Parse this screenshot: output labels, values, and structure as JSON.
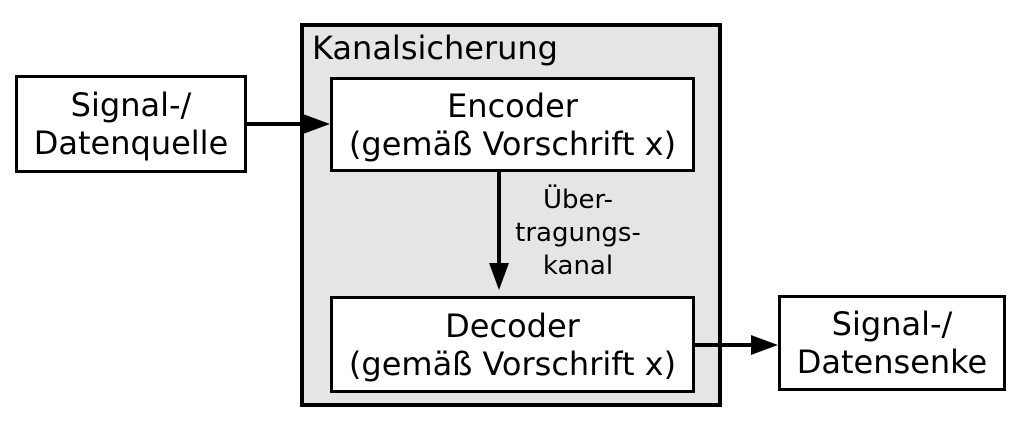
{
  "diagram": {
    "container_title": "Kanalsicherung",
    "source_label": "Signal-/\nDatenquelle",
    "encoder_label": "Encoder\n(gemäß Vorschrift x)",
    "channel_label": "Über-\ntragungs-\nkanal",
    "decoder_label": "Decoder\n(gemäß Vorschrift x)",
    "sink_label": "Signal-/\nDatensenke",
    "colors": {
      "container_fill": "#e5e5e5",
      "box_fill": "#ffffff",
      "stroke": "#000000"
    }
  }
}
